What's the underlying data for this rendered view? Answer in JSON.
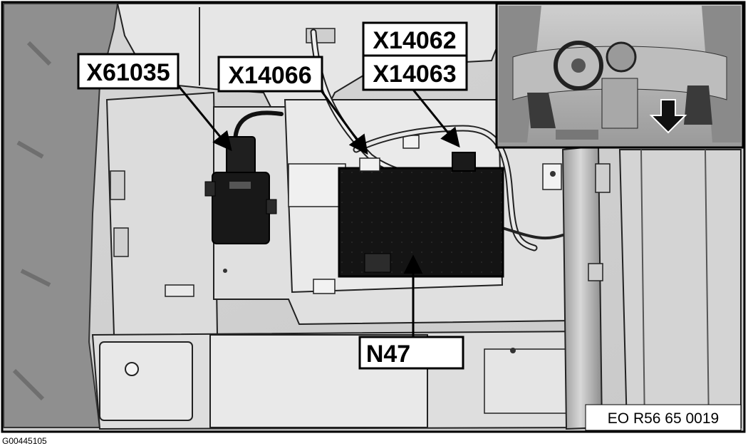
{
  "callouts": {
    "x61035": "X61035",
    "x14066": "X14066",
    "x14062": "X14062",
    "x14063": "X14063",
    "n47": "N47"
  },
  "reference_code": "EO R56 65 0019",
  "image_id": "G00445105"
}
